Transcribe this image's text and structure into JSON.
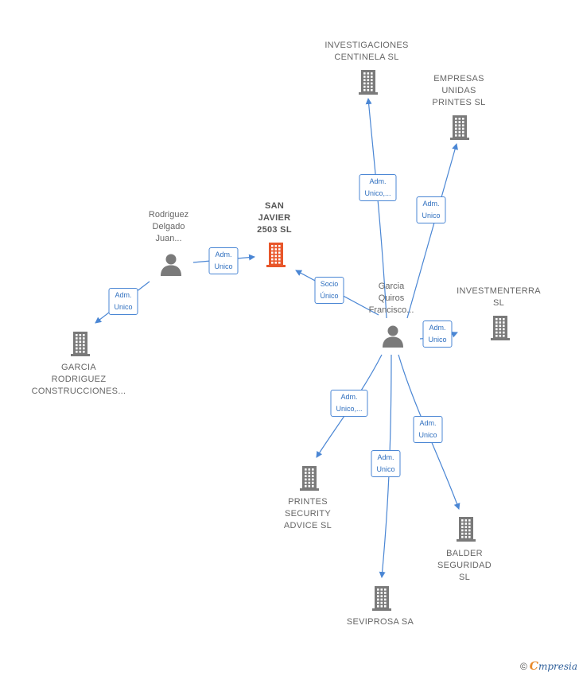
{
  "colors": {
    "edge": "#4a86d4",
    "company_icon": "#7a7a7a",
    "person_icon": "#7a7a7a",
    "focus_company_icon": "#e8562a"
  },
  "nodes": [
    {
      "id": "san-javier",
      "type": "company",
      "focus": true,
      "label": "SAN\nJAVIER\n2503  SL"
    },
    {
      "id": "rodriguez-delgado",
      "type": "person",
      "label": "Rodriguez\nDelgado\nJuan..."
    },
    {
      "id": "garcia-rodriguez",
      "type": "company",
      "label": "GARCIA\nRODRIGUEZ\nCONSTRUCCIONES..."
    },
    {
      "id": "garcia-quiros",
      "type": "person",
      "label": "Garcia\nQuiros\nFrancisco..."
    },
    {
      "id": "investigaciones-centinela",
      "type": "company",
      "label": "INVESTIGACIONES\nCENTINELA  SL"
    },
    {
      "id": "empresas-unidas",
      "type": "company",
      "label": "EMPRESAS\nUNIDAS\nPRINTES  SL"
    },
    {
      "id": "investmenterra",
      "type": "company",
      "label": "INVESTMENTERRA\nSL"
    },
    {
      "id": "printes-security",
      "type": "company",
      "label": "PRINTES\nSECURITY\nADVICE  SL"
    },
    {
      "id": "seviprosa",
      "type": "company",
      "label": "SEVIPROSA SA"
    },
    {
      "id": "balder",
      "type": "company",
      "label": "BALDER\nSEGURIDAD\nSL"
    }
  ],
  "edges": [
    {
      "from": "rodriguez-delgado",
      "to": "san-javier",
      "label": "Adm.\nUnico"
    },
    {
      "from": "rodriguez-delgado",
      "to": "garcia-rodriguez",
      "label": "Adm.\nUnico"
    },
    {
      "from": "garcia-quiros",
      "to": "san-javier",
      "label": "Socio\nÚnico"
    },
    {
      "from": "garcia-quiros",
      "to": "investigaciones-centinela",
      "label": "Adm.\nUnico,..."
    },
    {
      "from": "garcia-quiros",
      "to": "empresas-unidas",
      "label": "Adm.\nUnico"
    },
    {
      "from": "garcia-quiros",
      "to": "investmenterra",
      "label": "Adm.\nUnico"
    },
    {
      "from": "garcia-quiros",
      "to": "printes-security",
      "label": "Adm.\nUnico,..."
    },
    {
      "from": "garcia-quiros",
      "to": "seviprosa",
      "label": "Adm.\nUnico"
    },
    {
      "from": "garcia-quiros",
      "to": "balder",
      "label": "Adm.\nUnico"
    }
  ],
  "footer": {
    "copyright_symbol": "©",
    "brand_initial": "C",
    "brand_rest": "mpresia"
  }
}
